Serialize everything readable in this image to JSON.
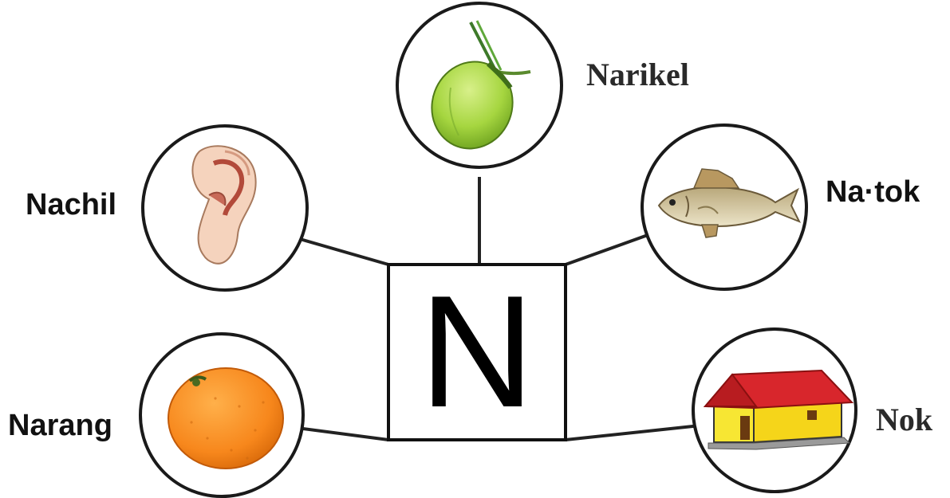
{
  "center": {
    "letter": "N"
  },
  "items": {
    "narikel": {
      "label": "Narikel",
      "icon": "coconut-icon"
    },
    "nachil": {
      "label": "Nachil",
      "icon": "ear-icon"
    },
    "natok": {
      "label": "Na·tok",
      "icon": "fish-icon"
    },
    "narang": {
      "label": "Narang",
      "icon": "orange-icon"
    },
    "nok": {
      "label": "Nok",
      "icon": "house-icon"
    }
  }
}
